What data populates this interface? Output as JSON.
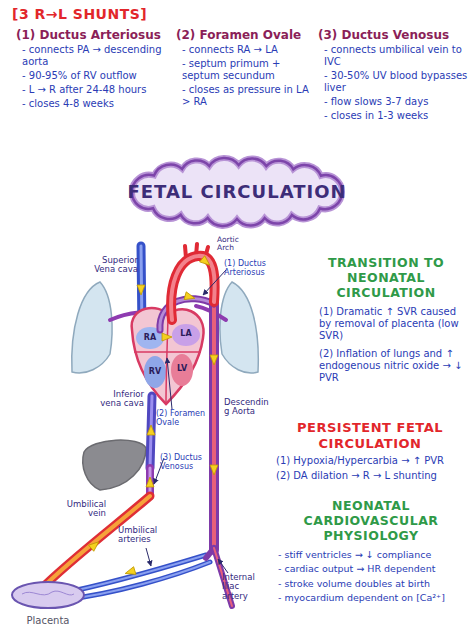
{
  "diagram": {
    "nodes": [
      {
        "text": [
          "FETAL CIRCULATION"
        ]
      },
      {
        "text": [
          "Placenta"
        ]
      }
    ],
    "labels": [
      "[3 R→L SHUNTS]",
      "(1) Ductus Arteriosus",
      "- connects PA → descending aorta",
      "- 90-95% of RV outflow",
      "- L → R after 24-48 hours",
      "- closes 4-8 weeks",
      "(2) Foramen Ovale",
      "- connects RA → LA",
      "- septum primum + septum secundum",
      "- closes as pressure in LA > RA",
      "(3) Ductus Venosus",
      "- connects umbilical vein to IVC",
      "- 30-50% UV blood bypasses liver",
      "- flow slows 3-7 days",
      "- closes in 1-3 weeks",
      "Superior Vena cava",
      "Aortic Arch",
      "(1) Ductus Arteriosus",
      "LA",
      "RA",
      "LV",
      "RV",
      "TRANSITION TO NEONATAL CIRCULATION",
      "(1) Dramatic ↑ SVR caused by removal of placenta (low SVR)",
      "(2) Inflation of lungs and ↑ endogenous nitric oxide → ↓ PVR",
      "(2) Foramen Ovale",
      "Inferior vena cava",
      "Descending Aorta",
      "PERSISTENT FETAL CIRCULATION",
      "(3) Ductus Venosus",
      "(1) Hypoxia/Hypercarbia → ↑ PVR",
      "(2) DA dilation → R → L shunting",
      "NEONATAL CARDIOVASCULAR PHYSIOLOGY",
      "Umbilical vein",
      "Umbilical arteries",
      "- stiff ventricles → ↓ compliance",
      "- cardiac output → HR dependent",
      "- stroke volume doubles at birth",
      "- myocardium dependent on [Ca²⁺]",
      "Internal Iliac artery"
    ]
  }
}
